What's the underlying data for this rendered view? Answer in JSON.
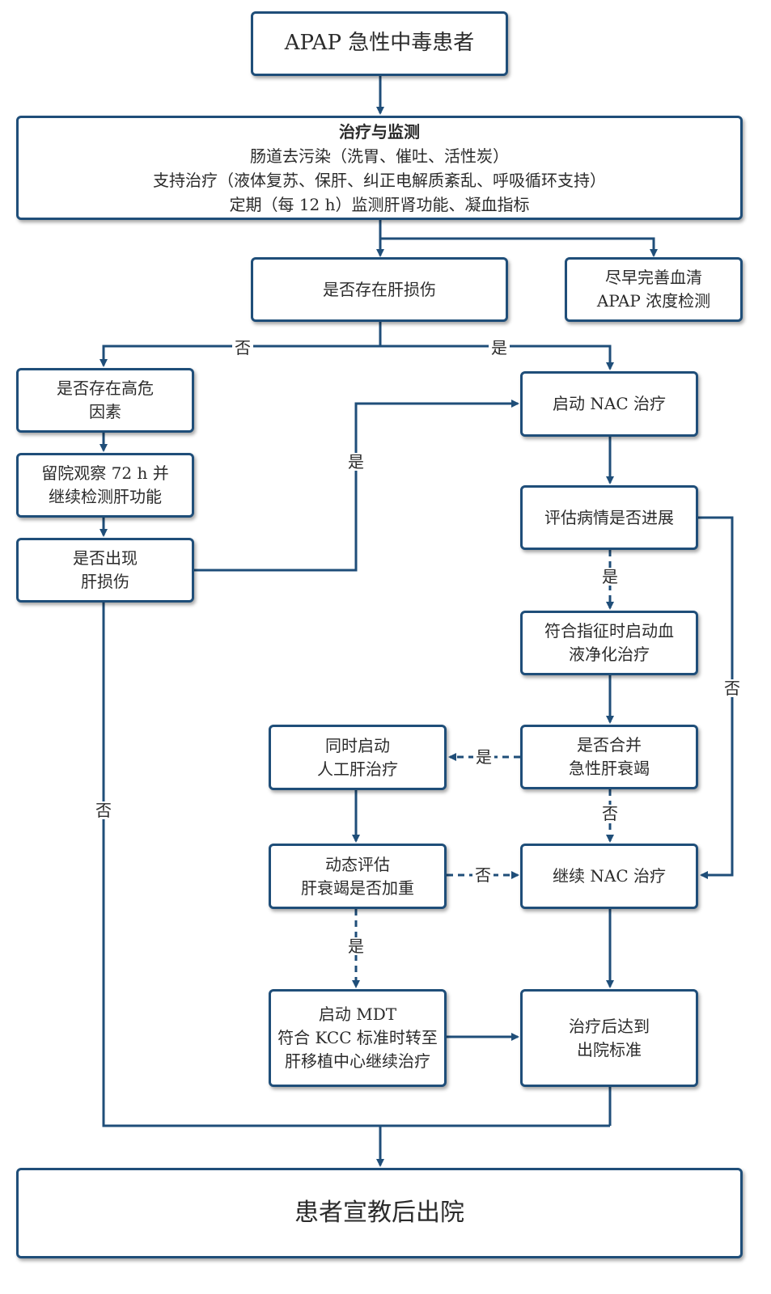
{
  "nodes": {
    "start": [
      "APAP 急性中毒患者"
    ],
    "treatment": [
      "治疗与监测",
      "肠道去污染（洗胃、催吐、活性炭）",
      "支持治疗（液体复苏、保肝、纠正电解质紊乱、呼吸循环支持）",
      "定期（每 12 h）监测肝肾功能、凝血指标"
    ],
    "liver_injury_q": [
      "是否存在肝损伤"
    ],
    "serum_test": [
      "尽早完善血清",
      "APAP 浓度检测"
    ],
    "high_risk_q": [
      "是否存在高危",
      "因素"
    ],
    "observe": [
      "留院观察 72 h 并",
      "继续检测肝功能"
    ],
    "injury_appear_q": [
      "是否出现",
      "肝损伤"
    ],
    "start_nac": [
      "启动 NAC 治疗"
    ],
    "progress_q": [
      "评估病情是否进展"
    ],
    "blood_purify": [
      "符合指征时启动血",
      "液净化治疗"
    ],
    "alf_q": [
      "是否合并",
      "急性肝衰竭"
    ],
    "artificial_liver": [
      "同时启动",
      "人工肝治疗"
    ],
    "dynamic_eval": [
      "动态评估",
      "肝衰竭是否加重"
    ],
    "continue_nac": [
      "继续 NAC 治疗"
    ],
    "mdt": [
      "启动 MDT",
      "符合 KCC 标准时转至",
      "肝移植中心继续治疗"
    ],
    "discharge_std": [
      "治疗后达到",
      "出院标准"
    ],
    "final": [
      "患者宣教后出院"
    ]
  },
  "labels": {
    "no_left": "否",
    "yes_right": "是",
    "yes_nac": "是",
    "yes_progress": "是",
    "no_progress": "否",
    "yes_alf": "是",
    "no_alf": "否",
    "no_dynamic": "否",
    "yes_dynamic": "是",
    "no_injury": "否"
  },
  "colors": {
    "border": "#1f4e79",
    "line": "#1f4e79"
  }
}
